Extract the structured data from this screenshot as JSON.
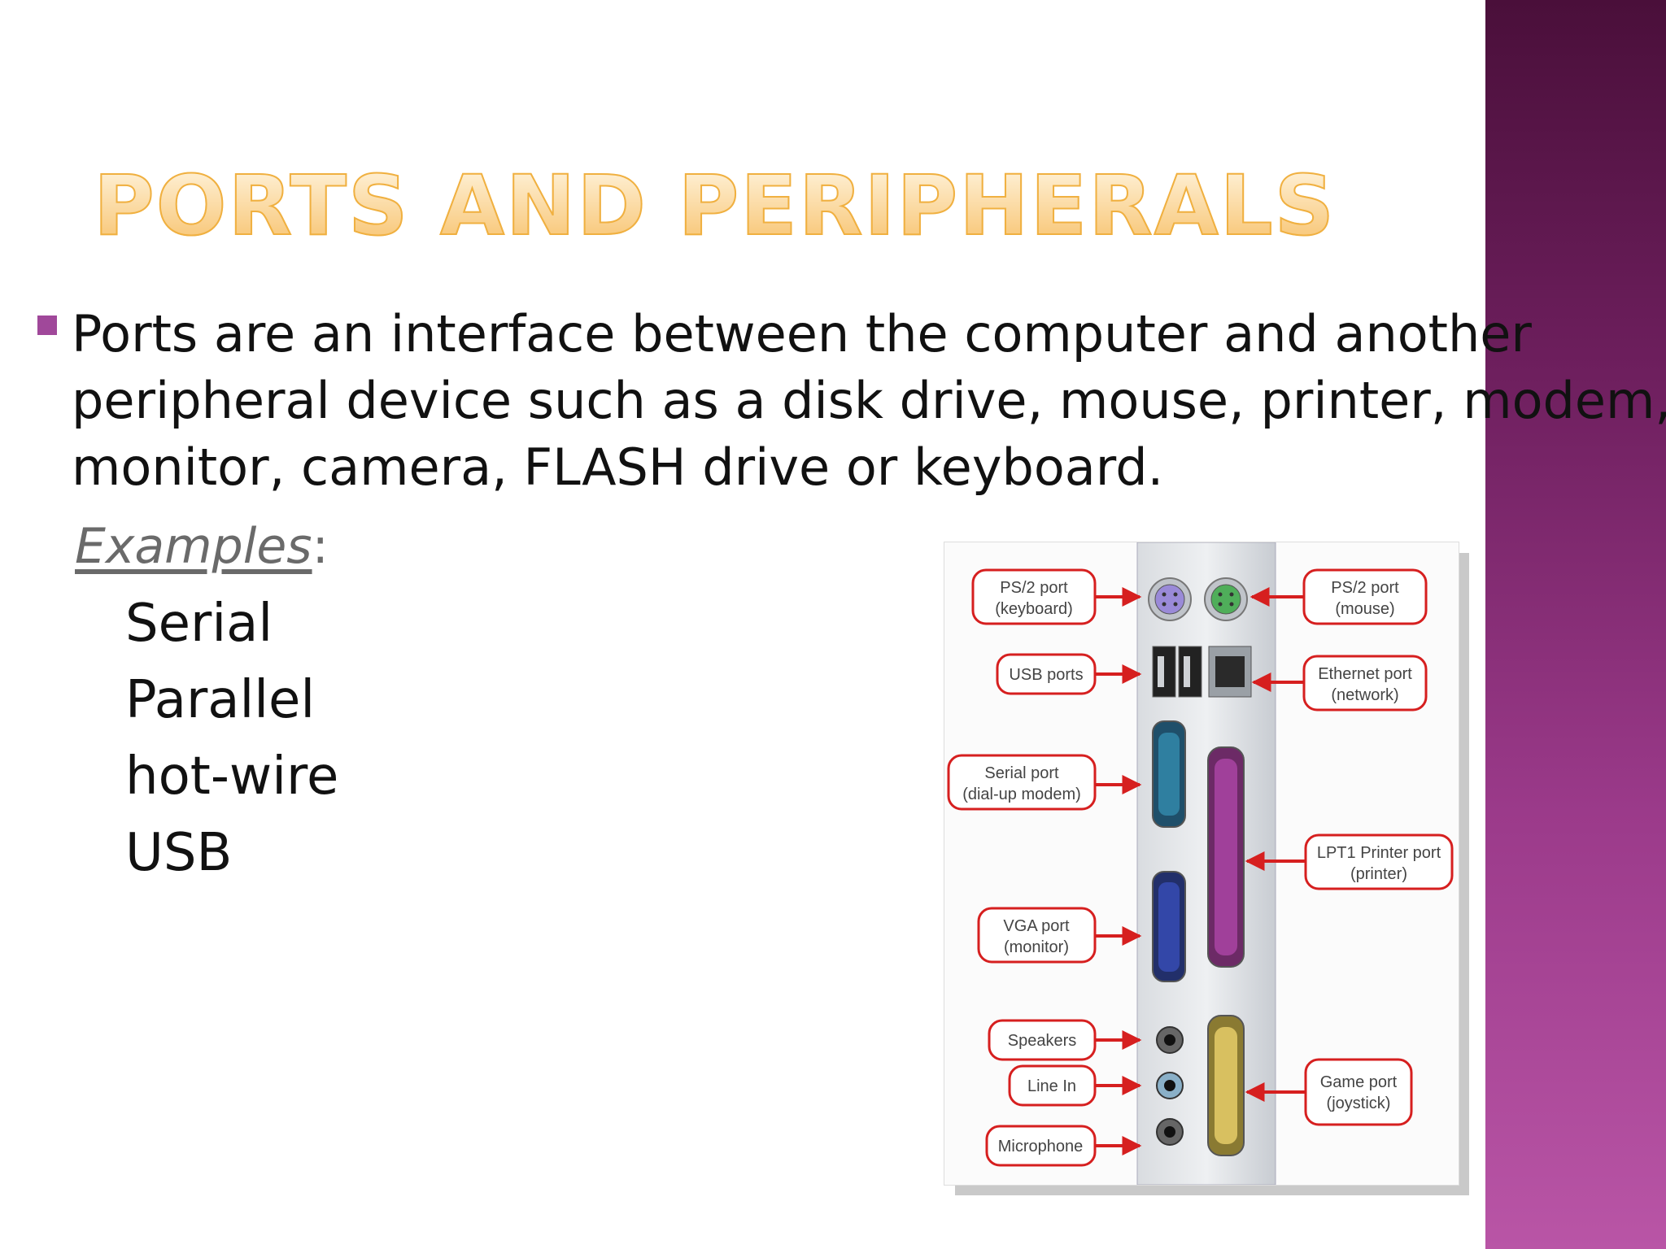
{
  "slide": {
    "title": "PORTS AND PERIPHERALS",
    "paragraph_lines": [
      "Ports are an interface between the computer and another",
      "peripheral device such as a disk drive, mouse, printer, modem,",
      "monitor, camera, FLASH drive or keyboard."
    ],
    "examples_label": "Examples",
    "examples_colon": ":",
    "examples": [
      "Serial",
      "Parallel",
      "hot-wire",
      "USB"
    ]
  },
  "diagram": {
    "labels": {
      "ps2_keyboard": [
        "PS/2 port",
        "(keyboard)"
      ],
      "usb_ports": [
        "USB ports"
      ],
      "serial_port": [
        "Serial port",
        "(dial-up modem)"
      ],
      "vga_port": [
        "VGA port",
        "(monitor)"
      ],
      "speakers": [
        "Speakers"
      ],
      "line_in": [
        "Line In"
      ],
      "microphone": [
        "Microphone"
      ],
      "ps2_mouse": [
        "PS/2 port",
        "(mouse)"
      ],
      "ethernet_port": [
        "Ethernet port",
        "(network)"
      ],
      "lpt1_port": [
        "LPT1 Printer port",
        "(printer)"
      ],
      "game_port": [
        "Game port",
        "(joystick)"
      ]
    },
    "colors": {
      "label_border": "#d61f1f",
      "arrow": "#d61f1f",
      "ps2_keyboard": "#9a8ad8",
      "ps2_mouse": "#4fae5a",
      "serial": "#2f7fa0",
      "parallel": "#a0409a",
      "vga": "#3347a8",
      "game": "#d8c060"
    }
  },
  "theme": {
    "accent_band": "#7a2568",
    "bullet": "#a0489a",
    "title_fill": "#f7c068"
  }
}
